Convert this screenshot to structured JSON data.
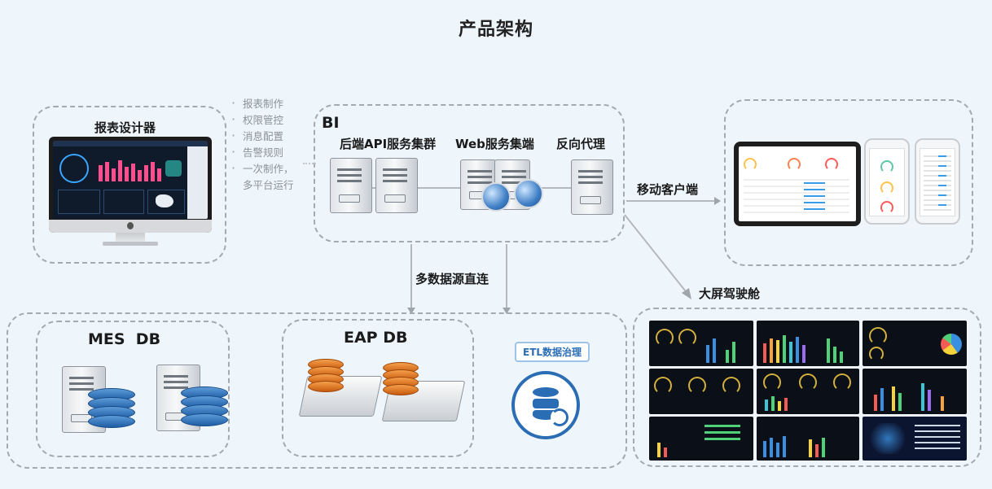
{
  "title": "产品架构",
  "report_designer": {
    "label": "报表设计器",
    "features": [
      "报表制作",
      "权限管控",
      "消息配置",
      "告警规则",
      "一次制作，",
      "多平台运行"
    ]
  },
  "bi": {
    "label": "BI",
    "backend": "后端API服务集群",
    "web": "Web服务集端",
    "proxy": "反向代理"
  },
  "mobile_label": "移动客户端",
  "bigscreen_label": "大屏驾驶舱",
  "multi_source_label": "多数据源直连",
  "mes_label": "MES  DB",
  "eap_label": "EAP DB",
  "etl_label": "ETL数据治理",
  "colors": {
    "background": "#eef5fb",
    "dashed": "#a3aab2",
    "db_blue": "#2a6db5",
    "db_orange": "#e07a22"
  }
}
